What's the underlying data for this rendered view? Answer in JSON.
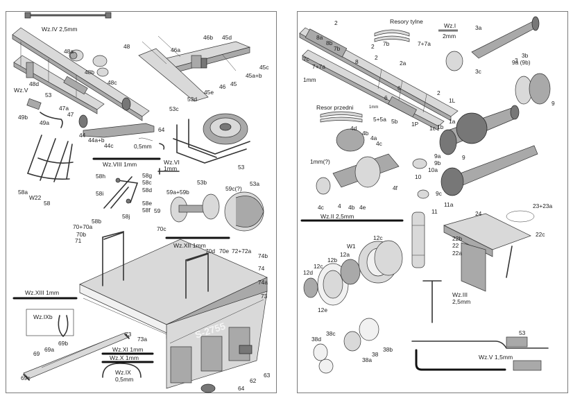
{
  "wires": {
    "iv": "Wz.IV  2,5mm",
    "v": "Wz.V",
    "viii": "Wz.VIII  1mm",
    "vi_name": "Wz.VI",
    "vi_size": "1mm",
    "xii": "Wz.XII  1mm",
    "xiii": "Wz.XIII 1mm",
    "ixb": "Wz.IXb",
    "xi": "Wz.XI  1mm",
    "x": "Wz.X  1mm",
    "ix_name": "Wz.IX",
    "ix_size": "0,5mm",
    "i_name": "Wz.I",
    "i_size": "2mm",
    "ii": "Wz.II  2,5mm",
    "iii_name": "Wz.III",
    "iii_size": "2,5mm",
    "v_right": "Wz.V  1,5mm"
  },
  "titles": {
    "rear_springs": "Resory tylne",
    "front_spring": "Resor przedni"
  },
  "plate_text": "S-2755",
  "left_labels": {
    "p48": "48",
    "p48a": "48a",
    "p48b": "48b",
    "p48c": "48c",
    "p48d": "48d",
    "p53": "53",
    "p49b": "49b",
    "p49a": "49a",
    "p47a": "47a",
    "p47": "47",
    "p44": "44",
    "p44ab": "44a+b",
    "p44c": "44c",
    "p64": "64",
    "p05mm": "0,5mm",
    "p46a": "46a",
    "p46b": "46b",
    "p45d": "45d",
    "p45c": "45c",
    "p45ab": "45a+b",
    "p45": "45",
    "p46": "46",
    "p45e": "45e",
    "p53d": "53d",
    "p53c": "53c",
    "p53b": "53b",
    "p53a": "53a",
    "p53r": "53",
    "p58a": "58a",
    "pW22": "W22",
    "p58": "58",
    "p58h": "58h",
    "p58g": "58g",
    "p58c": "58c",
    "p58d": "58d",
    "p58i": "58i",
    "p58e": "58e",
    "p58f": "58f",
    "p58j": "58j",
    "p58b": "58b",
    "p59": "59",
    "p59ab": "59a+59b",
    "p59c": "59c(?)",
    "p70c70a": "70+70a",
    "p70b": "70b",
    "p71": "71",
    "p70c": "70c",
    "p70d": "70d",
    "p70e": "70e",
    "p72": "72+72a",
    "p74b": "74b",
    "p74": "74",
    "p74a": "74a",
    "p73r": "73",
    "p73": "73",
    "p73a": "73a",
    "p69": "69",
    "p69a": "69a",
    "p69b": "69b",
    "p69c": "69c",
    "p62": "62",
    "p63": "63",
    "p64b": "64"
  },
  "right_labels": {
    "r2a": "2",
    "r8a": "8a",
    "r8b": "8b",
    "r7b": "7b",
    "r7c": "7c",
    "r7a": "7+7a",
    "r1mm": "1mm",
    "r2b": "2",
    "r8": "8",
    "r2c": "2",
    "r2a2": "2a",
    "r6": "6",
    "r6b": "6",
    "r2d": "2",
    "r1L": "1L",
    "r1a": "1a",
    "r1b": "1b",
    "r1c": "1c",
    "r1P": "1P",
    "r5b": "5b",
    "r5a": "5+5a",
    "r1mmsm": "1mm",
    "r7b2": "7b",
    "r7a2": "7+7a",
    "r3a": "3a",
    "r3b": "3b",
    "r3": "3",
    "r3c": "3c",
    "r9a9b": "9a (9b)",
    "r9": "9",
    "r4d": "4d",
    "r4b": "4b",
    "r4a": "4a",
    "r4c": "4c",
    "r1mmq": "1mm(?)",
    "r4f": "4f",
    "r4c2": "4c",
    "r4": "4",
    "r4b2": "4b",
    "r4e": "4e",
    "r9ab": "9a",
    "r9b": "9b",
    "r9c": "9",
    "r10a": "10a",
    "r10": "10",
    "r9cc": "9c",
    "r11": "11",
    "r11a": "11a",
    "r24": "24",
    "r23": "23+23a",
    "r22b": "22b",
    "r22": "22",
    "r22c": "22c",
    "r22a": "22a",
    "r12c": "12c",
    "rW1": "W1",
    "r12a": "12a",
    "r12b": "12b",
    "r12cc": "12c",
    "r12d": "12d",
    "r12e": "12e",
    "r38d": "38d",
    "r38c": "38c",
    "r38a": "38a",
    "r38": "38",
    "r38b": "38b",
    "r53": "53"
  }
}
